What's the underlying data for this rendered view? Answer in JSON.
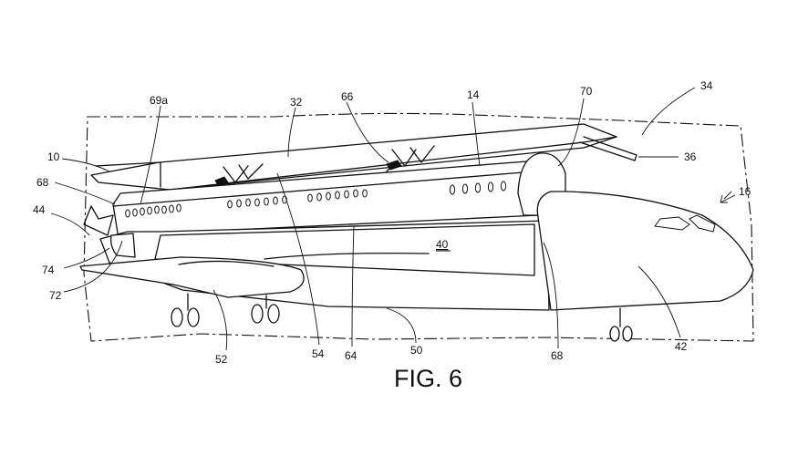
{
  "figure": {
    "caption": "FIG. 6",
    "labels": {
      "l10": "10",
      "l14": "14",
      "l16": "16",
      "l32": "32",
      "l34": "34",
      "l36": "36",
      "l40": "40",
      "l42": "42",
      "l44": "44",
      "l50": "50",
      "l52": "52",
      "l54": "54",
      "l64": "64",
      "l66": "66",
      "l68a": "68",
      "l68b": "68",
      "l69a": "69a",
      "l70": "70",
      "l72": "72",
      "l74": "74"
    }
  }
}
